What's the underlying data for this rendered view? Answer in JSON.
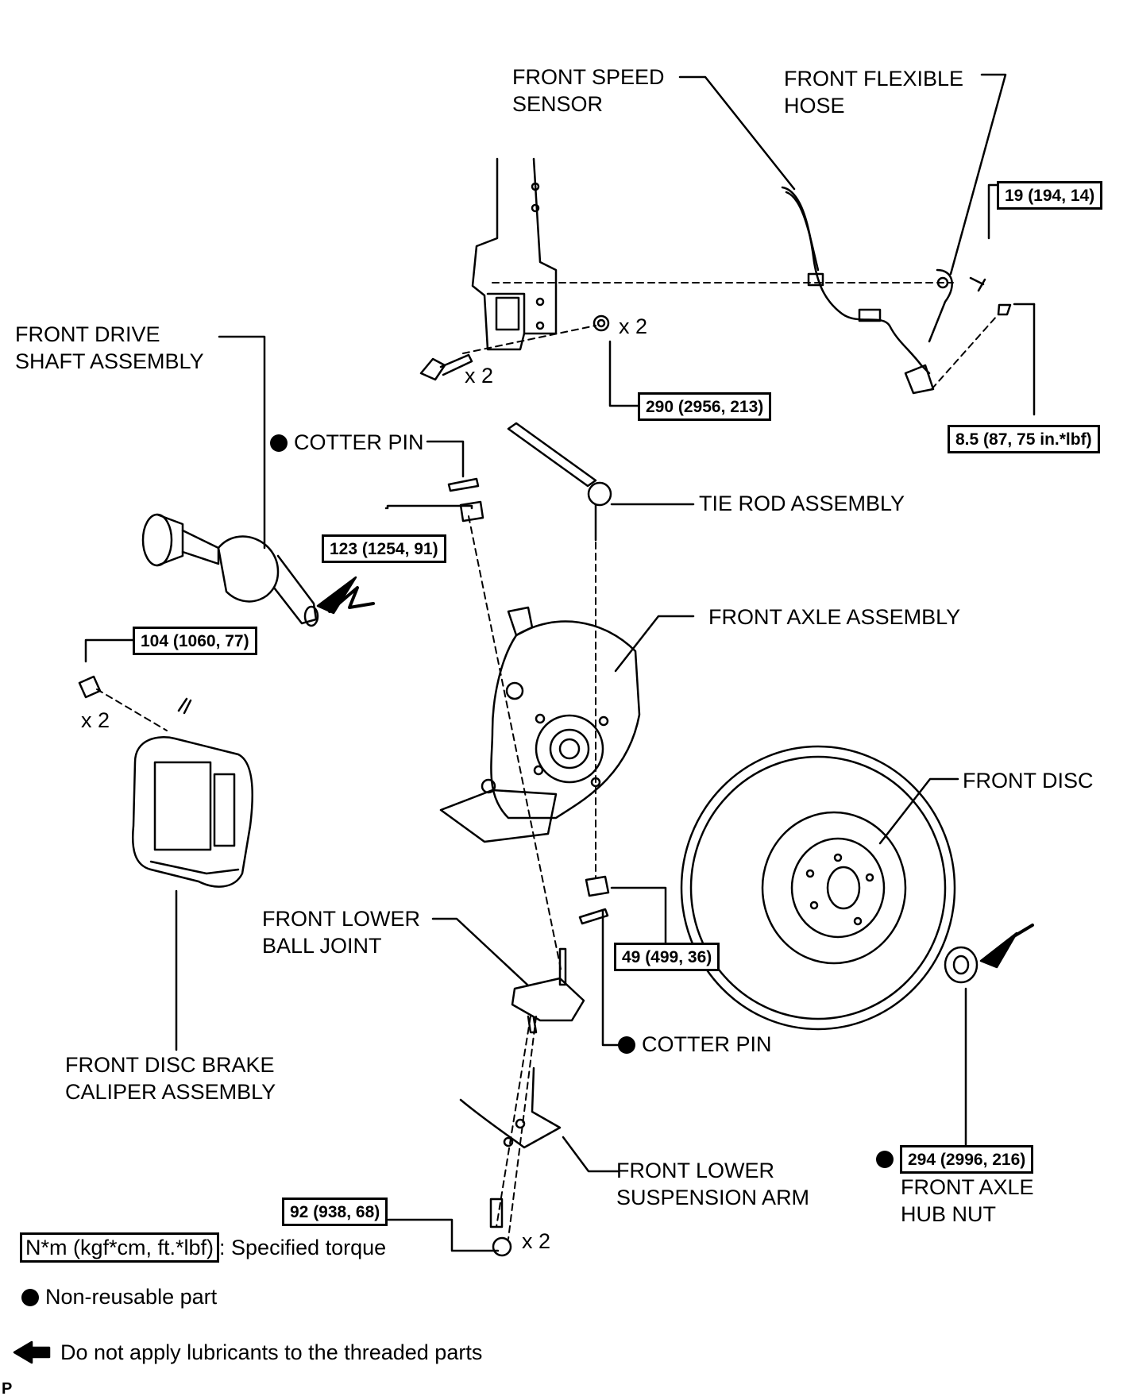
{
  "labels": {
    "front_speed_sensor": "FRONT SPEED\nSENSOR",
    "front_flexible_hose": "FRONT FLEXIBLE\nHOSE",
    "front_drive_shaft": "FRONT DRIVE\nSHAFT ASSEMBLY",
    "cotter_pin_top": "COTTER PIN",
    "tie_rod": "TIE ROD ASSEMBLY",
    "front_axle_assembly": "FRONT AXLE ASSEMBLY",
    "front_disc": "FRONT DISC",
    "front_lower_ball_joint": "FRONT LOWER\nBALL JOINT",
    "cotter_pin_bottom": "COTTER PIN",
    "front_disc_brake_caliper": "FRONT DISC BRAKE\nCALIPER ASSEMBLY",
    "front_lower_suspension_arm": "FRONT LOWER\nSUSPENSION ARM",
    "front_axle_hub_nut": "FRONT AXLE\nHUB NUT"
  },
  "quantities": {
    "nut_x2": "x 2",
    "bolt_x2": "x 2",
    "caliper_bolt_x2": "x 2",
    "arm_bolt_x2": "x 2"
  },
  "torques": {
    "flex_hose_bolt": "19 (194, 14)",
    "strut_nut": "290 (2956, 213)",
    "speed_sensor_bolt": "8.5 (87, 75 in.*lbf)",
    "tie_rod_nut": "123 (1254, 91)",
    "caliper_bolt": "104 (1060, 77)",
    "ball_joint_nut": "49 (499, 36)",
    "hub_nut": "294 (2996, 216)",
    "arm_bolt": "92 (938, 68)"
  },
  "legend": {
    "torque_box": "N*m (kgf*cm, ft.*lbf)",
    "torque_text": ": Specified torque",
    "non_reusable": "Non-reusable part",
    "no_lubricant": "Do not apply lubricants to the threaded parts"
  },
  "corner_mark": "P"
}
